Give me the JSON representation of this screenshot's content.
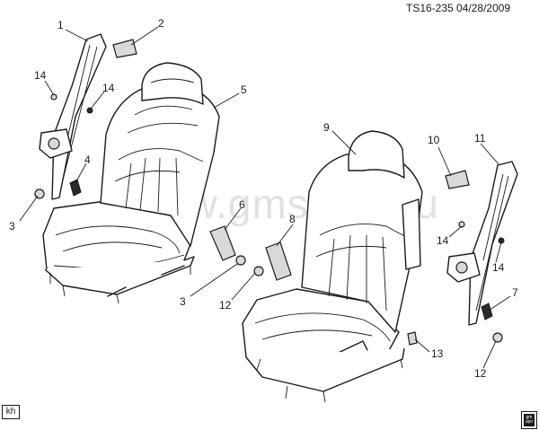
{
  "header": {
    "ref_code": "TS16-235",
    "date": "04/28/2009"
  },
  "watermark": "www.gmsklad.ru",
  "footer": {
    "author_tag": "kh",
    "logo_text": "gm spo"
  },
  "callouts": [
    {
      "id": "c1",
      "label": "1"
    },
    {
      "id": "c2",
      "label": "2"
    },
    {
      "id": "c14a",
      "label": "14"
    },
    {
      "id": "c14b",
      "label": "14"
    },
    {
      "id": "c5",
      "label": "5"
    },
    {
      "id": "c4",
      "label": "4"
    },
    {
      "id": "c3a",
      "label": "3"
    },
    {
      "id": "c6",
      "label": "6"
    },
    {
      "id": "c3b",
      "label": "3"
    },
    {
      "id": "c12a",
      "label": "12"
    },
    {
      "id": "c8",
      "label": "8"
    },
    {
      "id": "c9",
      "label": "9"
    },
    {
      "id": "c10",
      "label": "10"
    },
    {
      "id": "c11",
      "label": "11"
    },
    {
      "id": "c14c",
      "label": "14"
    },
    {
      "id": "c14d",
      "label": "14"
    },
    {
      "id": "c7",
      "label": "7"
    },
    {
      "id": "c13",
      "label": "13"
    },
    {
      "id": "c12b",
      "label": "12"
    }
  ]
}
